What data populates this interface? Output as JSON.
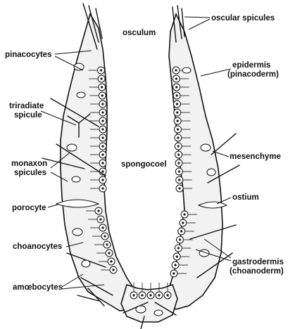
{
  "labels": {
    "osculum": "osculum",
    "oscular_spicules": "oscular spicules",
    "pinacocytes": "pinacocytes",
    "epidermis_line1": "epidermis",
    "epidermis_line2": "(pinacoderm)",
    "triradiate_line1": "triradiate",
    "triradiate_line2": "spicule",
    "mesenchyme": "mesenchyme",
    "monaxon_line1": "monaxon",
    "monaxon_line2": "spicules",
    "spongocoel": "spongocoel",
    "ostium": "ostium",
    "porocyte": "porocyte",
    "choanocytes": "choanocytes",
    "gastrodermis_line1": "gastrodermis",
    "gastrodermis_line2": "(choanoderm)",
    "amoebocytes": "amœbocytes"
  }
}
